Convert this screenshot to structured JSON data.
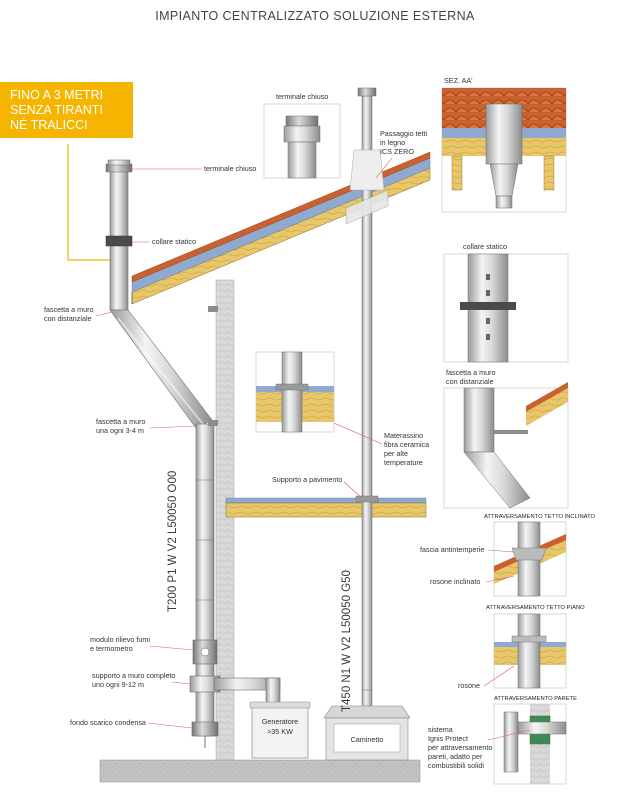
{
  "title": "IMPIANTO CENTRALIZZATO SOLUZIONE ESTERNA",
  "callout": {
    "line1": "FINO A 3 METRI",
    "line2": "SENZA TIRANTI",
    "line3": "NÉ TRALICCI"
  },
  "labels": {
    "terminale_chiuso": "terminale chiuso",
    "terminale_chiuso_inset": "terminale chiuso",
    "collare_statico": "collare statico",
    "collare_statico_inset": "collare statico",
    "fascetta_distanziale_1": "fascetta a muro",
    "fascetta_distanziale_2": "con distanziale",
    "fascetta_inset_1": "fascetta a muro",
    "fascetta_inset_2": "con distanziale",
    "fascetta_ogni_1": "fascetta a muro",
    "fascetta_ogni_2": "una ogni 3-4 m",
    "modulo_1": "modulo rilievo fumi",
    "modulo_2": "e termometro",
    "supporto_muro_1": "supporto a muro completo",
    "supporto_muro_2": "uno ogni 9-12 m",
    "fondo_scarico": "fondo scarico condensa",
    "generatore_1": "Generatore",
    "generatore_2": ">35 KW",
    "caminetto": "Caminetto",
    "passaggio_1": "Passaggio tetti",
    "passaggio_2": "in legno",
    "passaggio_3": "ICS ZERO",
    "sez": "SEZ. AA'",
    "materassino_1": "Materassino",
    "materassino_2": "fibra ceramica",
    "materassino_3": "per alte",
    "materassino_4": "temperature",
    "supporto_pavimento": "Supporto a pavimento",
    "code_left": "T200 P1  W V2 L50050 O00",
    "code_right": "T450 N1  W V2 L50050 G50",
    "hdr_inclinato": "ATTRAVERSAMENTO TETTO INCLINATO",
    "fascia": "fascia antintemperie",
    "rosone_inclinato": "rosone inclinato",
    "hdr_piano": "ATTRAVERSAMENTO TETTO PIANO",
    "rosone": "rosone",
    "hdr_parete": "ATTRAVERSAMENTO PARETE",
    "sistema_1": "sistema",
    "sistema_2": "Ignis Protect",
    "sistema_3": "per attraversamento",
    "sistema_4": "pareti, adatto per",
    "sistema_5": "combustibili solidi"
  },
  "colors": {
    "accent_yellow": "#f5b400",
    "leader_pink": "#e0557a",
    "roof_tile": "#c9602e",
    "wood": "#e8c66a",
    "insulation": "#8fa9cf",
    "wall": "#d8d8d8",
    "ground": "#bdbdbd"
  }
}
